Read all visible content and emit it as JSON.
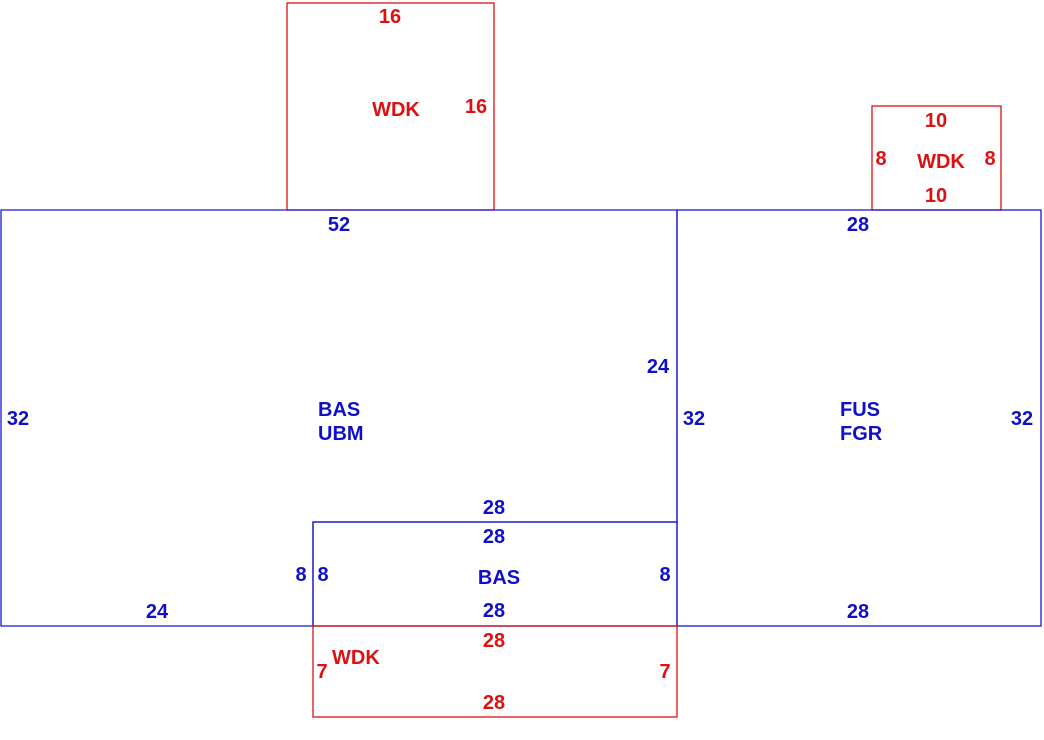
{
  "colors": {
    "living": "#1010c8",
    "deck": "#dd1111",
    "background": "#ffffff"
  },
  "areas": {
    "main": {
      "code": "BAS",
      "sub_code": "UBM",
      "top": "52",
      "left": "32",
      "right_upper": "24",
      "bottom_left": "24",
      "notch_left": "8",
      "notch_top": "28"
    },
    "garage": {
      "code": "FUS",
      "sub_code": "FGR",
      "top": "28",
      "left": "32",
      "right": "32",
      "bottom": "28"
    },
    "bas_small": {
      "code": "BAS",
      "top": "28",
      "left": "8",
      "right": "8",
      "bottom": "28"
    },
    "wdk_top": {
      "code": "WDK",
      "top": "16",
      "right": "16"
    },
    "wdk_right": {
      "code": "WDK",
      "top": "10",
      "left": "8",
      "right": "8",
      "bottom": "10"
    },
    "wdk_bottom": {
      "code": "WDK",
      "top": "28",
      "left": "7",
      "right": "7",
      "bottom": "28"
    }
  }
}
